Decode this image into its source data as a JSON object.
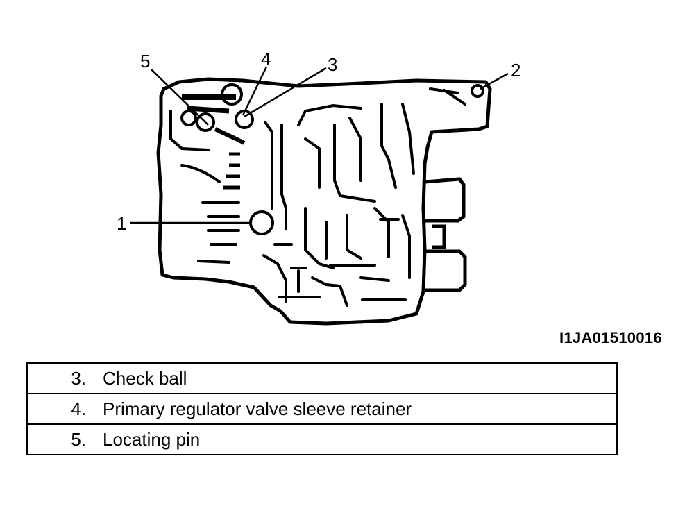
{
  "callouts": {
    "c1": "1",
    "c2": "2",
    "c3": "3",
    "c4": "4",
    "c5": "5"
  },
  "figure_id": "I1JA01510016",
  "legend": [
    {
      "num": "3.",
      "text": "Check ball"
    },
    {
      "num": "4.",
      "text": "Primary regulator valve sleeve retainer"
    },
    {
      "num": "5.",
      "text": "Locating pin"
    }
  ],
  "colors": {
    "ink": "#000000",
    "paper": "#ffffff"
  }
}
